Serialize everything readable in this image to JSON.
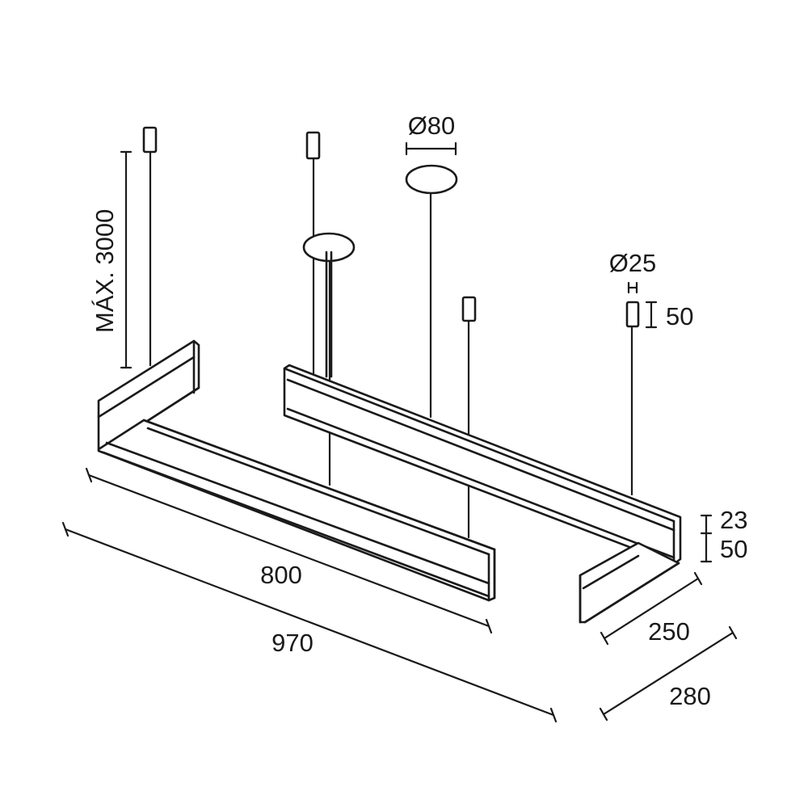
{
  "labels": {
    "max_height": "MÁX. 3000",
    "dia_canopy": "Ø80",
    "dia_cap": "Ø25",
    "cap_height": "50",
    "profile_top": "23",
    "profile_height": "50",
    "inner_length": "800",
    "outer_length": "970",
    "inner_width": "250",
    "outer_width": "280"
  },
  "colors": {
    "line": "#1a1a1a",
    "background": "#ffffff"
  }
}
